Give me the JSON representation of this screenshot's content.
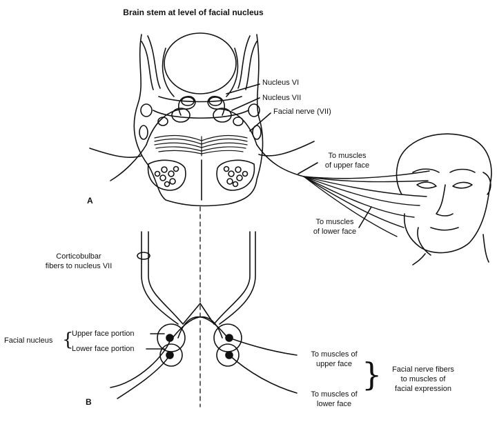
{
  "panel_a": {
    "letter": "A",
    "title": "Brain stem at level of facial nucleus",
    "labels": {
      "nucleus_vi": "Nucleus VI",
      "nucleus_vii": "Nucleus VII",
      "facial_nerve": "Facial nerve (VII)",
      "upper_face_line1": "To muscles",
      "upper_face_line2": "of upper face",
      "lower_face_line1": "To muscles",
      "lower_face_line2": "of lower face"
    }
  },
  "panel_b": {
    "letter": "B",
    "labels": {
      "corticobulbar_line1": "Corticobulbar",
      "corticobulbar_line2": "fibers to nucleus VII",
      "facial_nucleus": "Facial nucleus",
      "upper_face_portion": "Upper face portion",
      "lower_face_portion": "Lower face portion",
      "to_upper_line1": "To muscles of",
      "to_upper_line2": "upper face",
      "to_lower_line1": "To muscles of",
      "to_lower_line2": "lower face",
      "facial_fibers_line1": "Facial nerve fibers",
      "facial_fibers_line2": "to muscles of",
      "facial_fibers_line3": "facial expression"
    }
  },
  "colors": {
    "ink": "#111111",
    "background": "#ffffff"
  }
}
